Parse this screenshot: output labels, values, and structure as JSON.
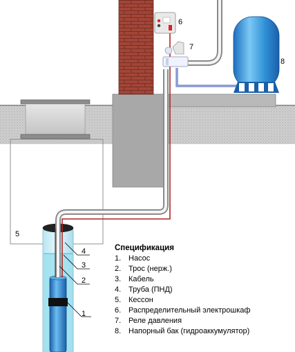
{
  "callouts": {
    "c1": "1",
    "c2": "2",
    "c3": "3",
    "c4": "4",
    "c5": "5",
    "c6": "6",
    "c7": "7",
    "c8": "8"
  },
  "spec": {
    "title": "Спецификация",
    "items": [
      {
        "num": "1.",
        "label": "Насос"
      },
      {
        "num": "2.",
        "label": "Трос (нерж.)"
      },
      {
        "num": "3.",
        "label": "Кабель"
      },
      {
        "num": "4.",
        "label": "Труба (ПНД)"
      },
      {
        "num": "5.",
        "label": "Кессон"
      },
      {
        "num": "6.",
        "label": "Распределительный электрошкаф"
      },
      {
        "num": "7.",
        "label": "Реле давления"
      },
      {
        "num": "8.",
        "label": "Напорный бак (гидроаккумулятор)"
      }
    ]
  },
  "colors": {
    "ground": "#c8c8c8",
    "brick": "#a54a3e",
    "water": "#9fe0ef",
    "tank": "#2e8fd6",
    "cable": "#b22222"
  }
}
